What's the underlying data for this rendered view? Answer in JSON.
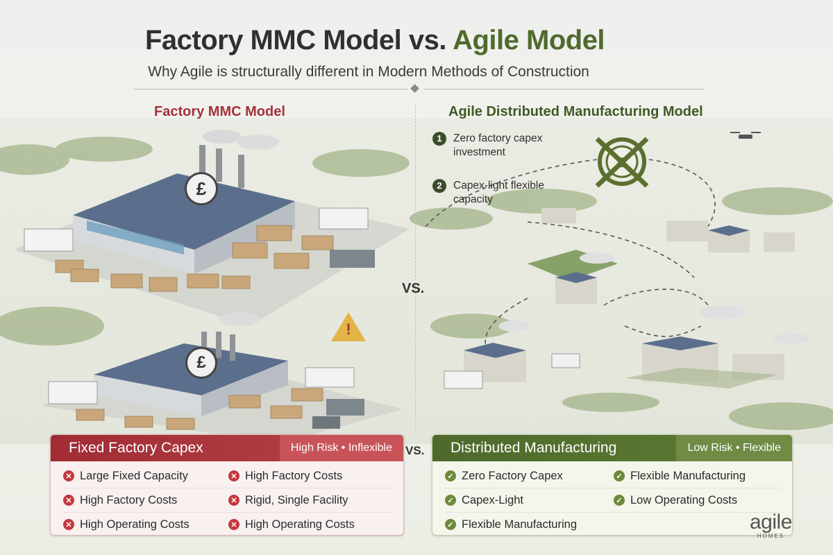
{
  "header": {
    "title_prefix": "Factory MMC Model vs. ",
    "title_accent": "Agile Model",
    "subtitle": "Why Agile is structurally different in Modern Methods of Construction"
  },
  "left": {
    "title": "Factory MMC Model",
    "currency_symbol": "£",
    "warning_symbol": "!"
  },
  "right": {
    "title": "Agile Distributed Manufacturing Model",
    "steps": [
      {
        "num": "1",
        "text": "Zero factory capex investment"
      },
      {
        "num": "2",
        "text": "Capex-light flexible capacity"
      }
    ],
    "currency_symbol": "£"
  },
  "vs_label": "VS.",
  "vs_label_small": "VS.",
  "panel_left": {
    "title": "Fixed Factory Capex",
    "tag": "High Risk • Inflexible",
    "col1": [
      "Large Fixed Capacity",
      "High Factory Costs",
      "High Operating Costs"
    ],
    "col2": [
      "High Factory Costs",
      "Rigid, Single Facility",
      "High Operating Costs"
    ]
  },
  "panel_right": {
    "title": "Distributed Manufacturing",
    "tag": "Low Risk • Flexible",
    "col1": [
      "Zero Factory Capex",
      "Capex-Light",
      "Flexible Manufacturing"
    ],
    "col2": [
      "Flexible Manufacturing",
      "Low Operating Costs"
    ]
  },
  "logo": {
    "word": "agile",
    "sub": "HOMES"
  },
  "icons": [
    "pound-coin-icon",
    "warning-icon",
    "crossed-pound-icon",
    "drone-icon",
    "x-circle-icon",
    "check-circle-icon"
  ],
  "colors": {
    "red": "#a4323a",
    "green": "#4f6b2c",
    "panel_red": "#b8434a",
    "panel_green": "#5e7b35"
  }
}
